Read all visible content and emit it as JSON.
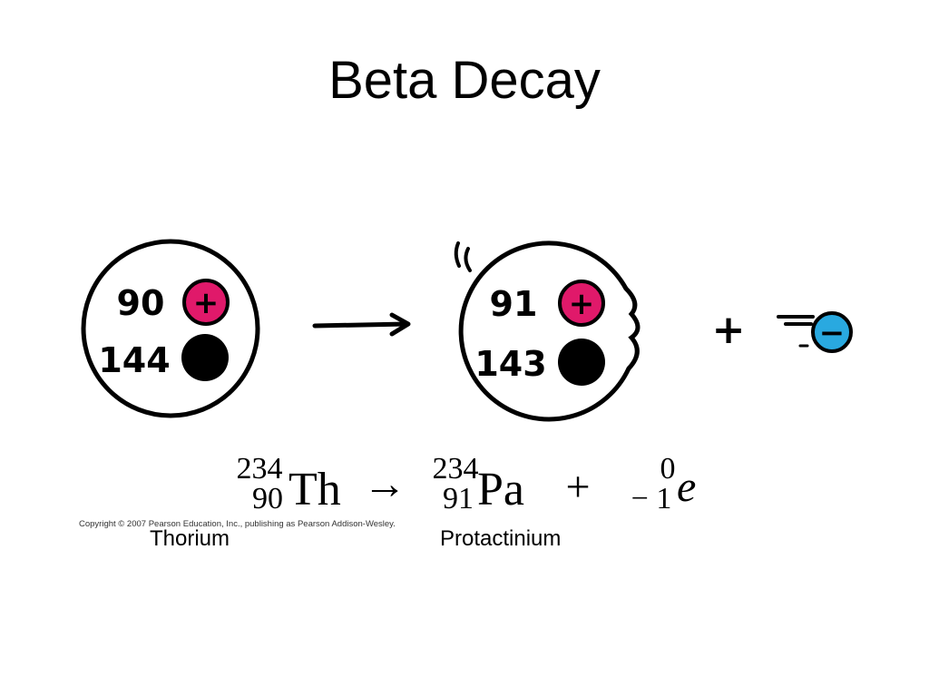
{
  "title": "Beta Decay",
  "colors": {
    "proton": "#e0196a",
    "neutron": "#000000",
    "electron": "#29a9e0",
    "ink": "#000000"
  },
  "thorium_nucleus": {
    "protons": "90",
    "neutrons": "144",
    "proton_symbol": "+"
  },
  "protactinium_nucleus": {
    "protons": "91",
    "neutrons": "143",
    "proton_symbol": "+"
  },
  "plus_sign": "+",
  "electron_symbol": "−",
  "equation": {
    "reactant": {
      "mass": "234",
      "atomic": "90",
      "symbol": "Th"
    },
    "arrow": "→",
    "product": {
      "mass": "234",
      "atomic": "91",
      "symbol": "Pa"
    },
    "plus": "+",
    "beta": {
      "mass": "0",
      "atomic": "− 1",
      "symbol": "e"
    }
  },
  "copyright": "Copyright © 2007 Pearson Education, Inc., publishing as Pearson Addison-Wesley.",
  "captions": {
    "thorium": "Thorium",
    "protactinium": "Protactinium"
  }
}
